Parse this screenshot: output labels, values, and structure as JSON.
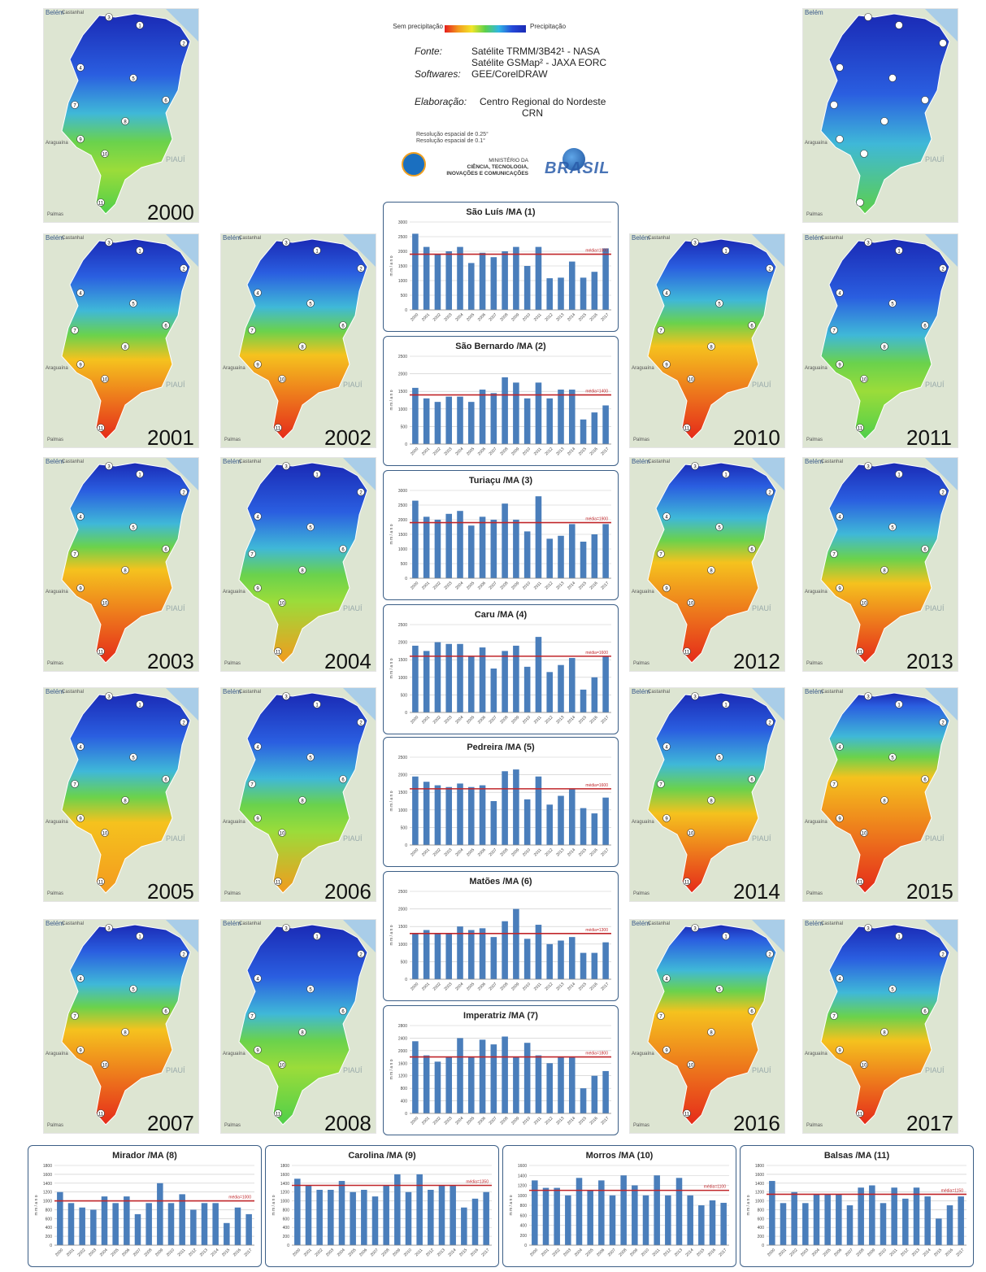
{
  "legend": {
    "low_label": "Sem precipitação",
    "high_label": "Precipitação"
  },
  "sources": {
    "fonte_label": "Fonte:",
    "fonte_1": "Satélite TRMM/3B42¹ - NASA",
    "fonte_2": "Satélite GSMap² - JAXA EORC",
    "softwares_label": "Softwares:",
    "softwares": "GEE/CorelDRAW",
    "elaboracao_label": "Elaboração:",
    "elaboracao_1": "Centro Regional do Nordeste",
    "elaboracao_2": "CRN",
    "res1": "Resolução espacial de 0.25°",
    "res2": "Resolução espacial de 0.1°",
    "ministry_1": "MINISTÉRIO DA",
    "ministry_2": "CIÊNCIA, TECNOLOGIA,",
    "ministry_3": "INOVAÇÕES E COMUNICAÇÕES",
    "brasil": "BRASIL"
  },
  "map_labels": {
    "belem": "Belém",
    "castanhal": "Castanhal",
    "araguaina": "Araguaína",
    "piaui": "PIAUÍ",
    "palmas": "Palmas"
  },
  "maps": [
    {
      "year": "2000",
      "dryness": 0.15
    },
    {
      "year": "2001",
      "dryness": 0.55
    },
    {
      "year": "2002",
      "dryness": 0.6
    },
    {
      "year": "2003",
      "dryness": 0.7
    },
    {
      "year": "2004",
      "dryness": 0.35
    },
    {
      "year": "2005",
      "dryness": 0.45
    },
    {
      "year": "2006",
      "dryness": 0.35
    },
    {
      "year": "2007",
      "dryness": 0.72
    },
    {
      "year": "2008",
      "dryness": 0.3
    },
    {
      "year": "2010",
      "dryness": 0.7
    },
    {
      "year": "2011",
      "dryness": 0.2
    },
    {
      "year": "2012",
      "dryness": 0.78
    },
    {
      "year": "2013",
      "dryness": 0.55
    },
    {
      "year": "2014",
      "dryness": 0.55
    },
    {
      "year": "2015",
      "dryness": 0.95
    },
    {
      "year": "2016",
      "dryness": 0.92
    },
    {
      "year": "2017",
      "dryness": 0.6
    }
  ],
  "chart_data": [
    {
      "type": "bar",
      "title": "São Luís /MA (1)",
      "ylabel": "m m / a n o",
      "ylim": [
        0,
        3000
      ],
      "yticks": [
        0,
        500,
        1000,
        1500,
        2000,
        2500,
        3000
      ],
      "mean": 1900,
      "mean_label": "média=1900",
      "categories": [
        "2000",
        "2001",
        "2002",
        "2003",
        "2004",
        "2005",
        "2006",
        "2007",
        "2008",
        "2009",
        "2010",
        "2011",
        "2012",
        "2013",
        "2014",
        "2015",
        "2016",
        "2017"
      ],
      "values": [
        2600,
        2150,
        1900,
        2000,
        2150,
        1600,
        1950,
        1800,
        2000,
        2150,
        1500,
        2150,
        1080,
        1100,
        1650,
        1100,
        1300,
        2100
      ]
    },
    {
      "type": "bar",
      "title": "São Bernardo /MA (2)",
      "ylabel": "m m / a n o",
      "ylim": [
        0,
        2500
      ],
      "yticks": [
        0,
        500,
        1000,
        1500,
        2000,
        2500
      ],
      "mean": 1400,
      "mean_label": "média=1400",
      "categories": [
        "2000",
        "2001",
        "2002",
        "2003",
        "2004",
        "2005",
        "2006",
        "2007",
        "2008",
        "2009",
        "2010",
        "2011",
        "2012",
        "2013",
        "2014",
        "2015",
        "2016",
        "2017"
      ],
      "values": [
        1600,
        1300,
        1200,
        1350,
        1350,
        1200,
        1550,
        1450,
        1900,
        1750,
        1300,
        1750,
        1300,
        1550,
        1550,
        700,
        900,
        1100
      ]
    },
    {
      "type": "bar",
      "title": "Turiaçu /MA (3)",
      "ylabel": "m m / a n o",
      "ylim": [
        0,
        3000
      ],
      "yticks": [
        0,
        500,
        1000,
        1500,
        2000,
        2500,
        3000
      ],
      "mean": 1900,
      "mean_label": "média=1900",
      "categories": [
        "2000",
        "2001",
        "2002",
        "2003",
        "2004",
        "2005",
        "2006",
        "2007",
        "2008",
        "2009",
        "2010",
        "2011",
        "2012",
        "2013",
        "2014",
        "2015",
        "2016",
        "2017"
      ],
      "values": [
        2650,
        2100,
        2000,
        2200,
        2300,
        1800,
        2100,
        2000,
        2550,
        2000,
        1600,
        2800,
        1350,
        1450,
        1850,
        1250,
        1500,
        1850
      ]
    },
    {
      "type": "bar",
      "title": "Caru /MA (4)",
      "ylabel": "m m / a n o",
      "ylim": [
        0,
        2500
      ],
      "yticks": [
        0,
        500,
        1000,
        1500,
        2000,
        2500
      ],
      "mean": 1600,
      "mean_label": "média=1600",
      "categories": [
        "2000",
        "2001",
        "2002",
        "2003",
        "2004",
        "2005",
        "2006",
        "2007",
        "2008",
        "2009",
        "2010",
        "2011",
        "2012",
        "2013",
        "2014",
        "2015",
        "2016",
        "2017"
      ],
      "values": [
        1900,
        1750,
        2000,
        1950,
        1950,
        1600,
        1850,
        1250,
        1750,
        1900,
        1300,
        2150,
        1150,
        1350,
        1550,
        650,
        1000,
        1600
      ]
    },
    {
      "type": "bar",
      "title": "Pedreira /MA (5)",
      "ylabel": "m m / a n o",
      "ylim": [
        0,
        2500
      ],
      "yticks": [
        0,
        500,
        1000,
        1500,
        2000,
        2500
      ],
      "mean": 1600,
      "mean_label": "média=1600",
      "categories": [
        "2000",
        "2001",
        "2002",
        "2003",
        "2004",
        "2005",
        "2006",
        "2007",
        "2008",
        "2009",
        "2010",
        "2011",
        "2012",
        "2013",
        "2014",
        "2015",
        "2016",
        "2017"
      ],
      "values": [
        1950,
        1800,
        1700,
        1650,
        1750,
        1650,
        1700,
        1250,
        2100,
        2150,
        1300,
        1950,
        1150,
        1400,
        1600,
        1050,
        900,
        1350
      ]
    },
    {
      "type": "bar",
      "title": "Matões /MA (6)",
      "ylabel": "m m / a n o",
      "ylim": [
        0,
        2500
      ],
      "yticks": [
        0,
        500,
        1000,
        1500,
        2000,
        2500
      ],
      "mean": 1300,
      "mean_label": "média=1300",
      "categories": [
        "2000",
        "2001",
        "2002",
        "2003",
        "2004",
        "2005",
        "2006",
        "2007",
        "2008",
        "2009",
        "2010",
        "2011",
        "2012",
        "2013",
        "2014",
        "2015",
        "2016",
        "2017"
      ],
      "values": [
        1300,
        1400,
        1300,
        1300,
        1500,
        1400,
        1450,
        1200,
        1650,
        2000,
        1150,
        1550,
        1000,
        1100,
        1200,
        750,
        750,
        1050
      ]
    },
    {
      "type": "bar",
      "title": "Imperatriz /MA (7)",
      "ylabel": "m m / a n o",
      "ylim": [
        0,
        2800
      ],
      "yticks": [
        0,
        400,
        800,
        1200,
        1600,
        2000,
        2400,
        2800
      ],
      "mean": 1800,
      "mean_label": "média=1800",
      "categories": [
        "2000",
        "2001",
        "2002",
        "2003",
        "2004",
        "2005",
        "2006",
        "2007",
        "2008",
        "2009",
        "2010",
        "2011",
        "2012",
        "2013",
        "2014",
        "2015",
        "2016",
        "2017"
      ],
      "values": [
        2300,
        1850,
        1650,
        1800,
        2400,
        1800,
        2350,
        2200,
        2450,
        1800,
        2250,
        1850,
        1600,
        1800,
        1800,
        800,
        1200,
        1350
      ]
    },
    {
      "type": "bar",
      "title": "Mirador /MA (8)",
      "ylabel": "m m / a n o",
      "ylim": [
        0,
        1800
      ],
      "yticks": [
        0,
        200,
        400,
        600,
        800,
        1000,
        1200,
        1400,
        1600,
        1800
      ],
      "mean": 1000,
      "mean_label": "média=1000",
      "categories": [
        "2000",
        "2001",
        "2002",
        "2003",
        "2004",
        "2005",
        "2006",
        "2007",
        "2008",
        "2009",
        "2010",
        "2011",
        "2012",
        "2013",
        "2014",
        "2015",
        "2016",
        "2017"
      ],
      "values": [
        1200,
        950,
        850,
        800,
        1100,
        950,
        1100,
        700,
        950,
        1400,
        950,
        1150,
        800,
        950,
        950,
        500,
        850,
        700
      ]
    },
    {
      "type": "bar",
      "title": "Carolina /MA (9)",
      "ylabel": "m m / a n o",
      "ylim": [
        0,
        1800
      ],
      "yticks": [
        0,
        200,
        400,
        600,
        800,
        1000,
        1200,
        1400,
        1600,
        1800
      ],
      "mean": 1350,
      "mean_label": "média=1350",
      "categories": [
        "2000",
        "2001",
        "2002",
        "2003",
        "2004",
        "2005",
        "2006",
        "2007",
        "2008",
        "2009",
        "2010",
        "2011",
        "2012",
        "2013",
        "2014",
        "2015",
        "2016",
        "2017"
      ],
      "values": [
        1500,
        1350,
        1250,
        1250,
        1450,
        1200,
        1250,
        1100,
        1350,
        1600,
        1200,
        1600,
        1250,
        1350,
        1350,
        850,
        1050,
        1200
      ]
    },
    {
      "type": "bar",
      "title": "Morros /MA (10)",
      "ylabel": "m m / a n o",
      "ylim": [
        0,
        1600
      ],
      "yticks": [
        0,
        200,
        400,
        600,
        800,
        1000,
        1200,
        1400,
        1600
      ],
      "mean": 1100,
      "mean_label": "média=1100",
      "categories": [
        "2000",
        "2001",
        "2002",
        "2003",
        "2004",
        "2005",
        "2006",
        "2007",
        "2008",
        "2009",
        "2010",
        "2011",
        "2012",
        "2013",
        "2014",
        "2015",
        "2016",
        "2017"
      ],
      "values": [
        1300,
        1150,
        1150,
        1000,
        1350,
        1100,
        1300,
        1000,
        1400,
        1200,
        1000,
        1400,
        1000,
        1350,
        1000,
        800,
        900,
        850
      ]
    },
    {
      "type": "bar",
      "title": "Balsas /MA (11)",
      "ylabel": "m m / a n o",
      "ylim": [
        0,
        1800
      ],
      "yticks": [
        0,
        200,
        400,
        600,
        800,
        1000,
        1200,
        1400,
        1600,
        1800
      ],
      "mean": 1150,
      "mean_label": "média=1150",
      "categories": [
        "2000",
        "2001",
        "2002",
        "2003",
        "2004",
        "2005",
        "2006",
        "2007",
        "2008",
        "2009",
        "2010",
        "2011",
        "2012",
        "2013",
        "2014",
        "2015",
        "2016",
        "2017"
      ],
      "values": [
        1450,
        950,
        1200,
        950,
        1150,
        1150,
        1150,
        900,
        1300,
        1350,
        950,
        1300,
        1050,
        1300,
        1100,
        600,
        900,
        1100
      ]
    }
  ]
}
